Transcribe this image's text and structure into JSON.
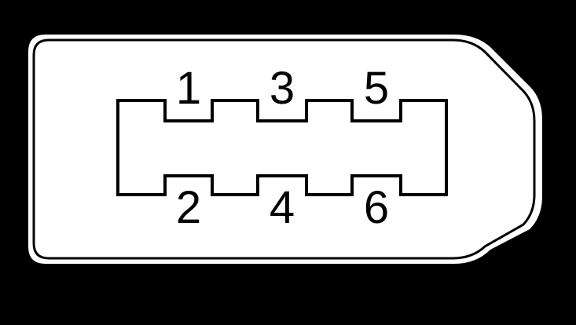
{
  "colors": {
    "background": "#000000",
    "plug_outer_outline": "#ffffff",
    "plug_fill": "#ffffff",
    "outline": "#000000",
    "text": "#000000"
  },
  "pins": {
    "top": [
      "1",
      "3",
      "5"
    ],
    "bottom": [
      "2",
      "4",
      "6"
    ]
  }
}
